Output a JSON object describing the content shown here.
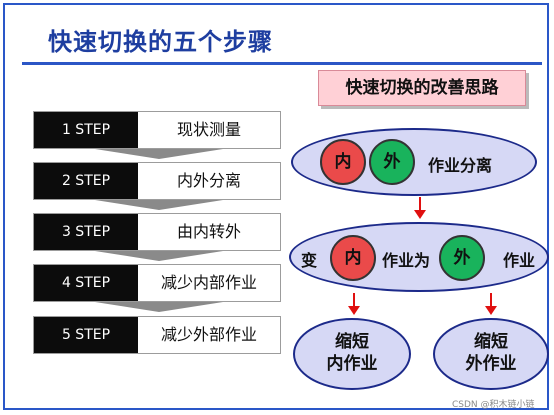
{
  "title": "快速切换的五个步骤",
  "steps": [
    {
      "label": "1 STEP",
      "text": "现状测量"
    },
    {
      "label": "2 STEP",
      "text": "内外分离"
    },
    {
      "label": "3 STEP",
      "text": "由内转外"
    },
    {
      "label": "4 STEP",
      "text": "减少内部作业"
    },
    {
      "label": "5 STEP",
      "text": "减少外部作业"
    }
  ],
  "idea": {
    "title": "快速切换的改善思路",
    "top": {
      "inner": "内",
      "outer": "外",
      "text": "作业分离"
    },
    "middle": {
      "prefix": "变",
      "inner": "内",
      "connector": "作业为",
      "outer": "外",
      "suffix": "作业"
    },
    "bottom_left": {
      "line1": "缩短",
      "line2": "内作业"
    },
    "bottom_right": {
      "line1": "缩短",
      "line2": "外作业"
    }
  },
  "colors": {
    "title": "#1e3ea0",
    "rule": "#2b56c6",
    "ellipse_fill": "#d6d8f5",
    "inner_circle": "#ea4a4a",
    "outer_circle": "#19b35c",
    "flow_arrow": "#e01010"
  },
  "watermark": "CSDN @积木链小链"
}
